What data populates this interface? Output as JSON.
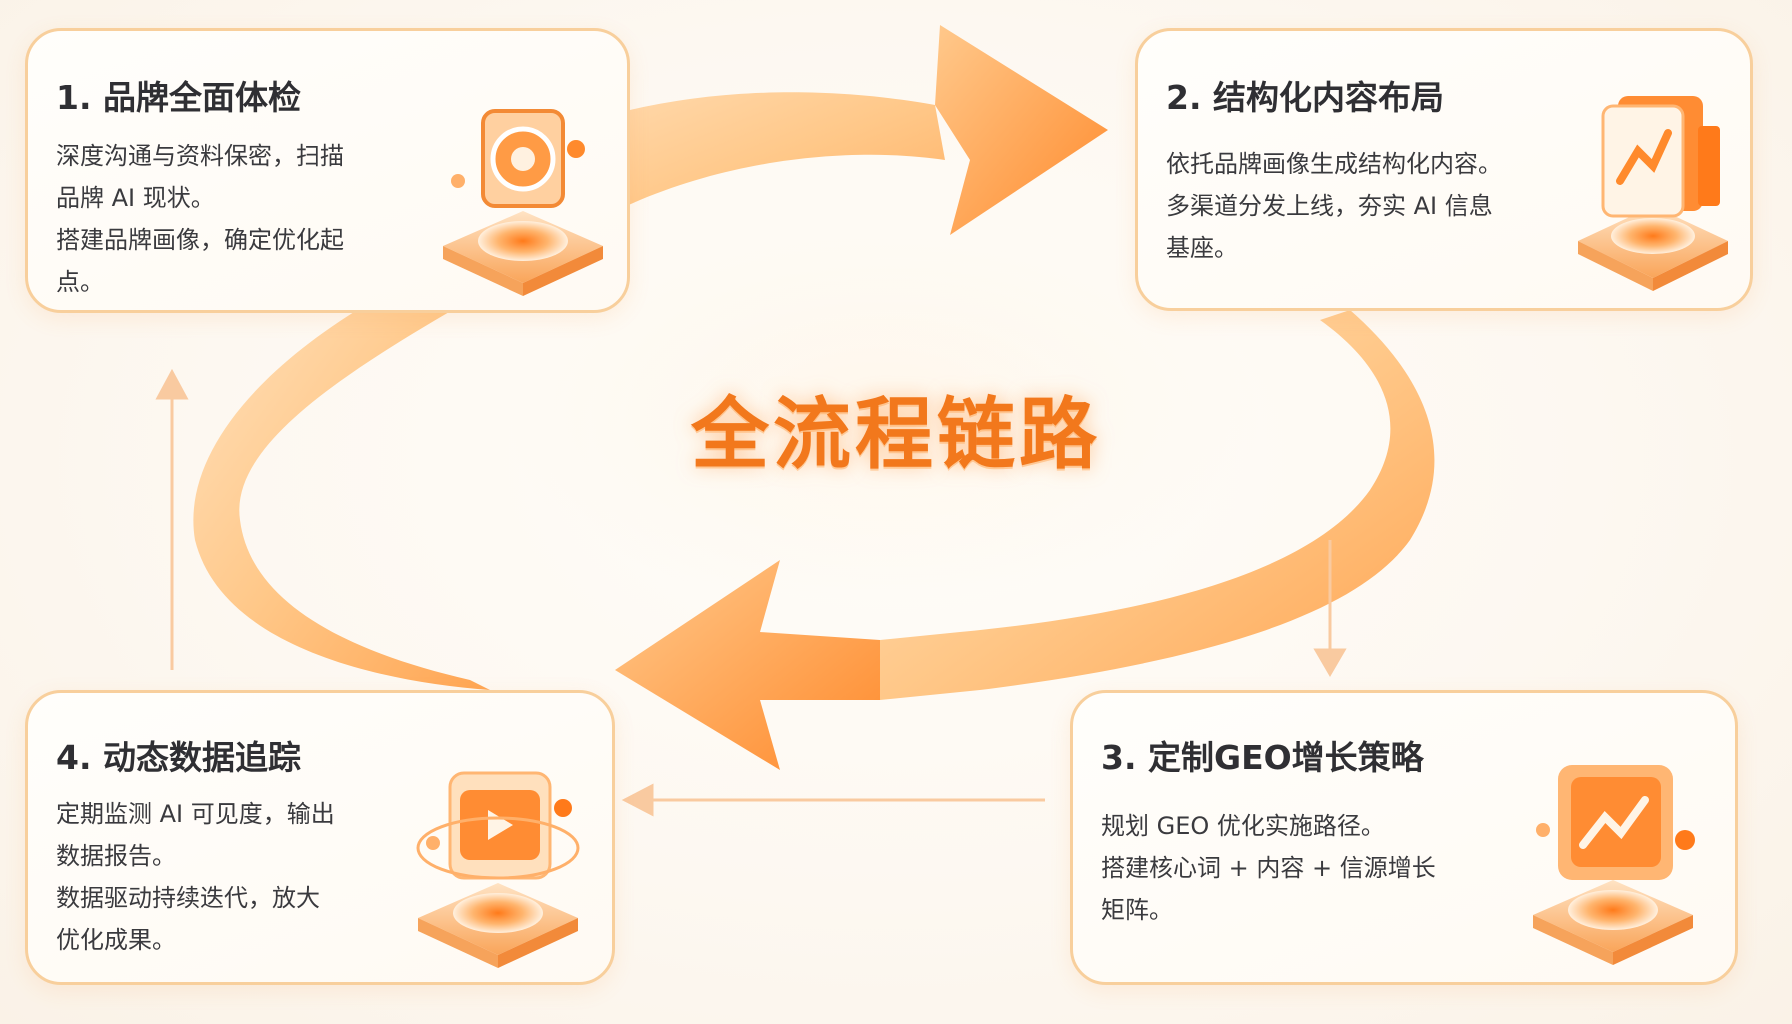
{
  "center_title": "全流程链路",
  "colors": {
    "accent": "#f2781c",
    "card_border": "#f8cf9c",
    "text": "#2f2f33"
  },
  "steps": [
    {
      "title": "1. 品牌全面体检",
      "icon": "brand-audit-gear-icon",
      "lines": [
        "深度沟通与资料保密，扫描",
        "品牌 AI 现状。",
        "搭建品牌画像，确定优化起",
        "点。"
      ]
    },
    {
      "title": "2. 结构化内容布局",
      "icon": "structured-content-document-icon",
      "lines": [
        "依托品牌画像生成结构化内容。",
        "多渠道分发上线，夯实 AI 信息",
        "基座。"
      ]
    },
    {
      "title": "3. 定制GEO增长策略",
      "icon": "growth-strategy-chart-icon",
      "lines": [
        "规划 GEO 优化实施路径。",
        "搭建核心词 + 内容 + 信源增长",
        "矩阵。"
      ]
    },
    {
      "title": "4. 动态数据追踪",
      "icon": "data-tracking-monitor-icon",
      "lines": [
        "定期监测 AI 可见度，输出",
        "数据报告。",
        "数据驱动持续迭代，放大",
        "优化成果。"
      ]
    }
  ]
}
